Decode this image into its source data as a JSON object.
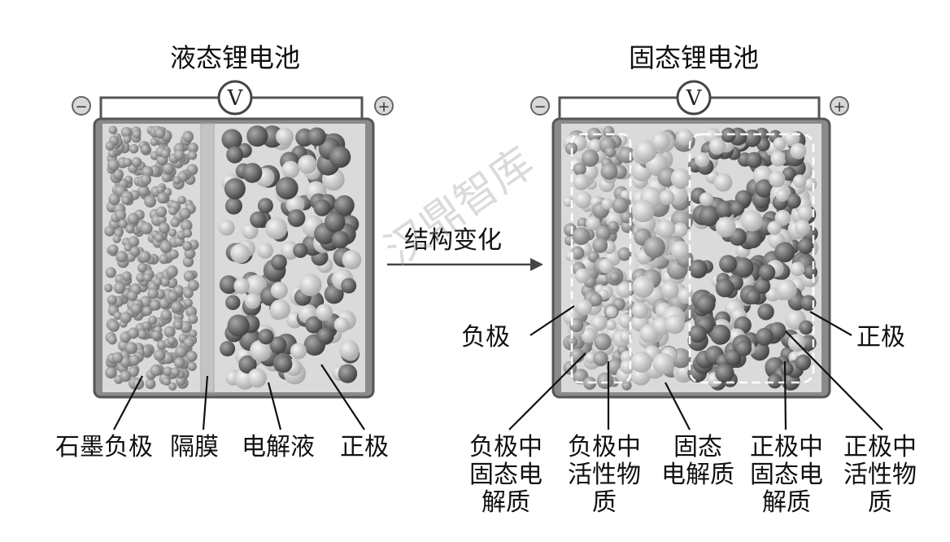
{
  "liquid": {
    "title": "液态锂电池",
    "voltmeter": "V",
    "minus": "−",
    "plus": "+",
    "labels": {
      "anode": "石墨负极",
      "separator": "隔膜",
      "electrolyte": "电解液",
      "cathode": "正极"
    }
  },
  "arrow": {
    "label": "结构变化"
  },
  "solid": {
    "title": "固态锂电池",
    "voltmeter": "V",
    "minus": "−",
    "plus": "+",
    "labels": {
      "anode": "负极",
      "cathode": "正极",
      "anode_electrolyte": [
        "负极中",
        "固态电",
        "解质"
      ],
      "anode_active": [
        "负极中",
        "活性物",
        "质"
      ],
      "solid_electrolyte": [
        "固态",
        "电解质"
      ],
      "cathode_electrolyte": [
        "正极中",
        "固态电",
        "解质"
      ],
      "cathode_active": [
        "正极中",
        "活性物",
        "质"
      ]
    }
  },
  "watermark": "汉鼎智库",
  "colors": {
    "casing": "#7a7a7a",
    "interior": "#d8d8d8",
    "anode_particle": "#8f8f8f",
    "cathode_particle": "#5e5e5e",
    "electrolyte_particle": "#cfcfcf"
  }
}
